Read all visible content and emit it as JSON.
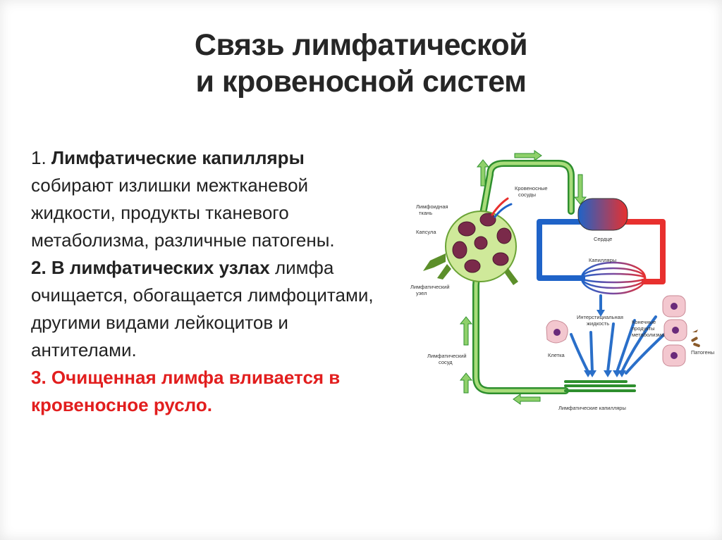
{
  "title": {
    "line1": "Связь лимфатической",
    "line2": "и кровеносной систем"
  },
  "points": {
    "p1_num": "1. ",
    "p1_bold": "Лимфатические капилляры",
    "p1_rest": "собирают  излишки межтканевой жидкости,  продукты тканевого метаболизма, различные патогены.",
    "p2_bold": "2. В лимфатических узлах",
    "p2_rest": " лимфа очищается, обогащается лимфоцитами, другими видами лейкоцитов и антителами.",
    "p3": "3. Очищенная лимфа вливается в кровеносное русло."
  },
  "diagram": {
    "labels": {
      "lymphoid_tissue_1": "Лимфоидная",
      "lymphoid_tissue_2": "ткань",
      "capsule": "Капсула",
      "lymph_node_1": "Лимфатический",
      "lymph_node_2": "узел",
      "lymph_vessel_1": "Лимфатический",
      "lymph_vessel_2": "сосуд",
      "blood_vessels_1": "Кровеносные",
      "blood_vessels_2": "сосуды",
      "heart": "Сердце",
      "capillaries": "Капилляры",
      "interstitial_1": "Интерстициальная",
      "interstitial_2": "жидкость",
      "metabolites_1": "Конечные",
      "metabolites_2": "продукты",
      "metabolites_3": "метаболизма",
      "cell": "Клетка",
      "pathogens": "Патогены",
      "lymph_capillaries": "Лимфатические капилляры"
    },
    "colors": {
      "lymph": "#3aa63a",
      "lymph_light": "#a8dc7a",
      "artery": "#e8302e",
      "vein": "#1f63c8",
      "flow_arrow": "#2a6fc9",
      "node_tissue": "#7a2a4a"
    }
  }
}
